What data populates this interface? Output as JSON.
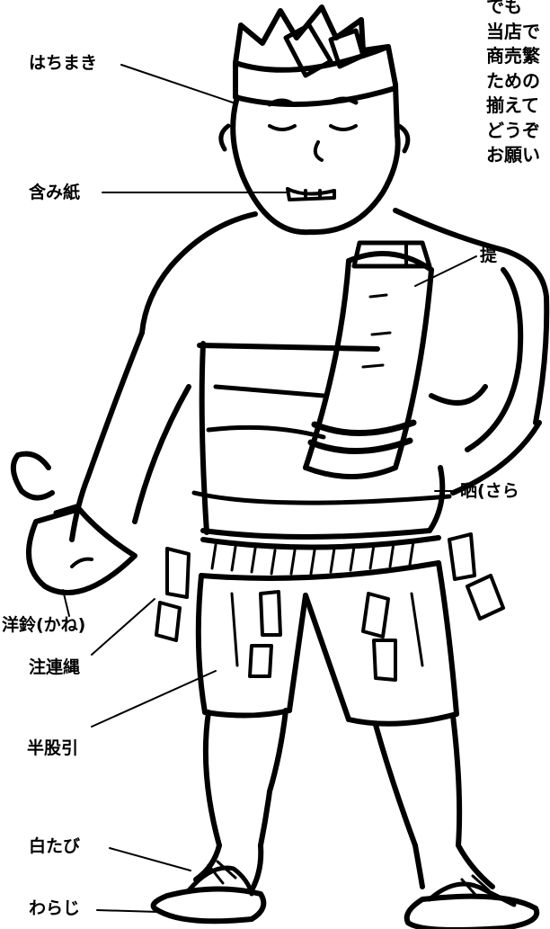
{
  "intro_text": {
    "lines": [
      "でも",
      "当店で",
      "商売繁",
      "ための",
      "揃えて",
      "どうぞ",
      "お願い"
    ]
  },
  "labels": {
    "hachimaki": "はちまき",
    "fukumigami": "含み紙",
    "chochin": "提",
    "sarashi": "晒(さら",
    "yorei": "洋鈴(かね)",
    "shimenawa": "注連縄",
    "hanmomohiki": "半股引",
    "shirotabi": "白たび",
    "waraji": "わらじ"
  }
}
